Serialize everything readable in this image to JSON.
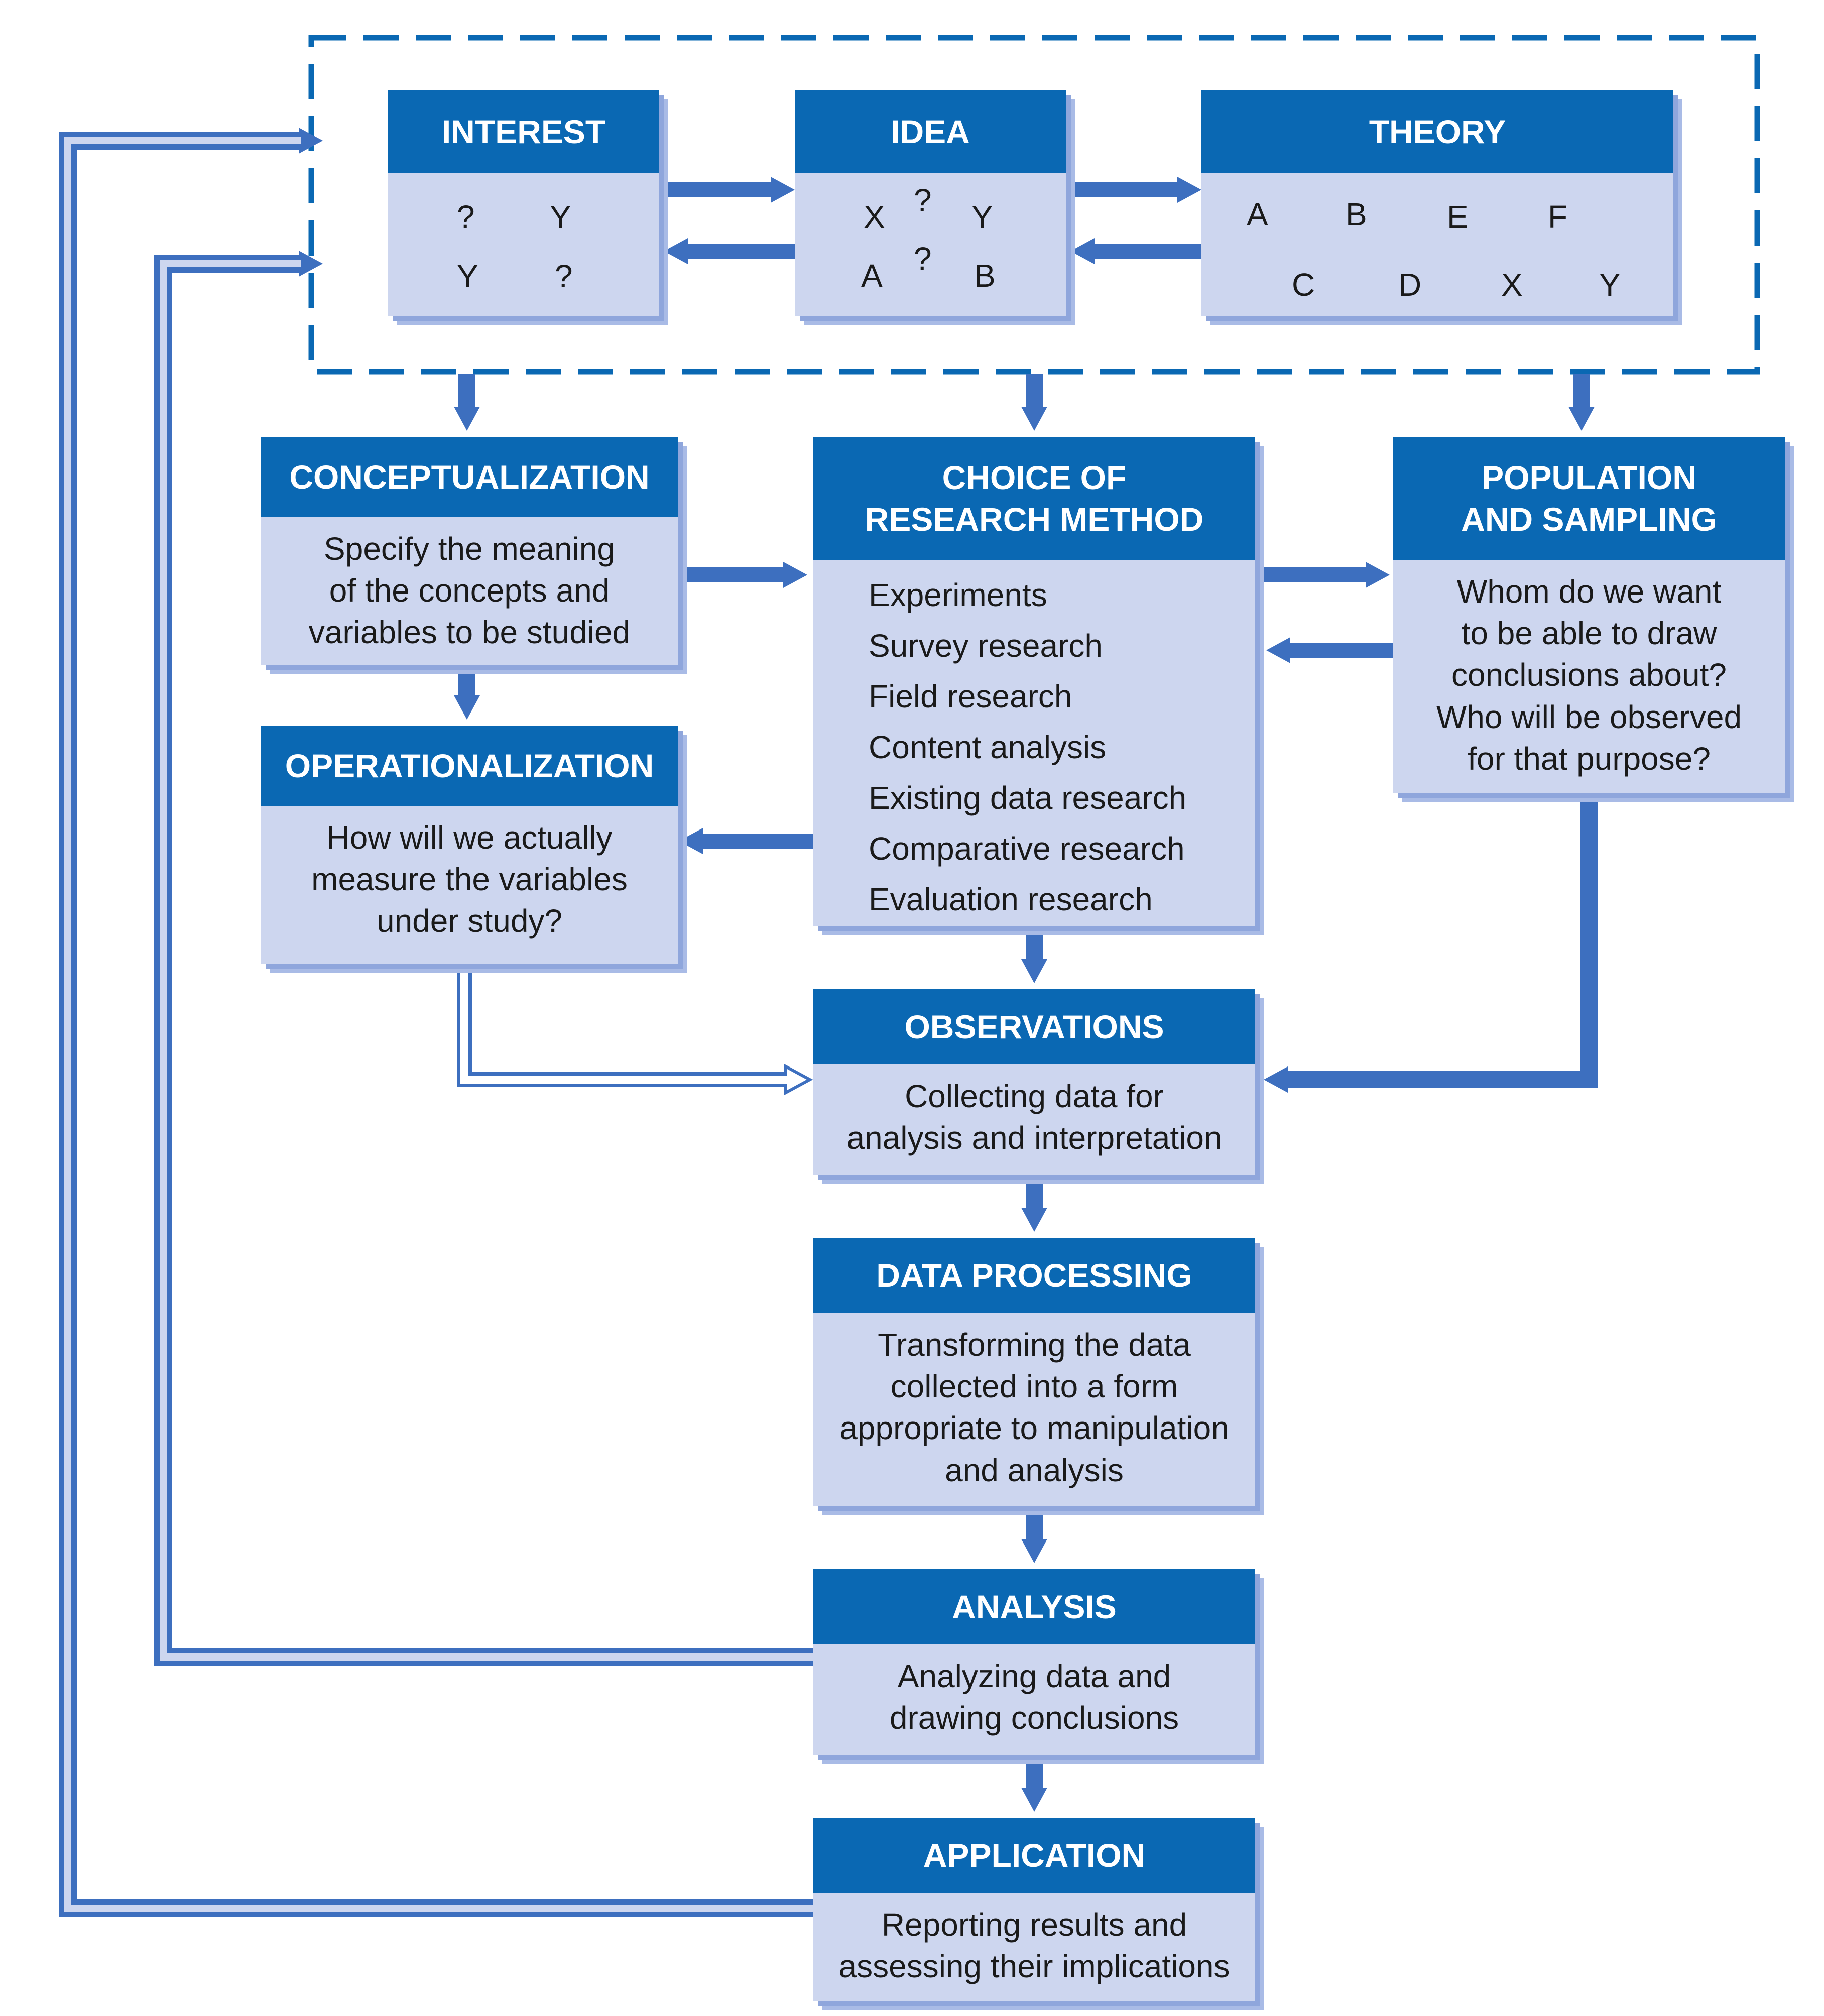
{
  "colors": {
    "header": "#0a68b3",
    "body": "#cdd6ef",
    "arrow": "#3d6fbf",
    "text": "#1a1a1a"
  },
  "interest": {
    "title": "INTEREST",
    "line1": {
      "left": "?",
      "right": "Y"
    },
    "line2": {
      "left": "Y",
      "right": "?"
    }
  },
  "idea": {
    "title": "IDEA",
    "line1": {
      "left": "X",
      "q": "?",
      "right": "Y"
    },
    "line2": {
      "left": "A",
      "q": "?",
      "right": "B"
    }
  },
  "theory": {
    "title": "THEORY",
    "nodes": {
      "a": "A",
      "b": "B",
      "e": "E",
      "f": "F",
      "c": "C",
      "d": "D",
      "x": "X",
      "y": "Y"
    }
  },
  "conceptualization": {
    "title": "CONCEPTUALIZATION",
    "lines": [
      "Specify the meaning",
      "of the concepts and",
      "variables to be studied"
    ]
  },
  "choice": {
    "title_lines": [
      "CHOICE OF",
      "RESEARCH METHOD"
    ],
    "methods": [
      "Experiments",
      "Survey research",
      "Field research",
      "Content analysis",
      "Existing data research",
      "Comparative research",
      "Evaluation research"
    ]
  },
  "population": {
    "title_lines": [
      "POPULATION",
      "AND SAMPLING"
    ],
    "lines": [
      "Whom do we want",
      "to be able to draw",
      "conclusions about?",
      "Who will be observed",
      "for that purpose?"
    ]
  },
  "operationalization": {
    "title": "OPERATIONALIZATION",
    "lines": [
      "How will we actually",
      "measure the variables",
      "under study?"
    ]
  },
  "observations": {
    "title": "OBSERVATIONS",
    "lines": [
      "Collecting data for",
      "analysis and interpretation"
    ]
  },
  "data_processing": {
    "title": "DATA PROCESSING",
    "lines": [
      "Transforming the data",
      "collected into a form",
      "appropriate to manipulation",
      "and analysis"
    ]
  },
  "analysis": {
    "title": "ANALYSIS",
    "lines": [
      "Analyzing data and",
      "drawing conclusions"
    ]
  },
  "application": {
    "title": "APPLICATION",
    "lines": [
      "Reporting results and",
      "assessing their implications"
    ]
  }
}
